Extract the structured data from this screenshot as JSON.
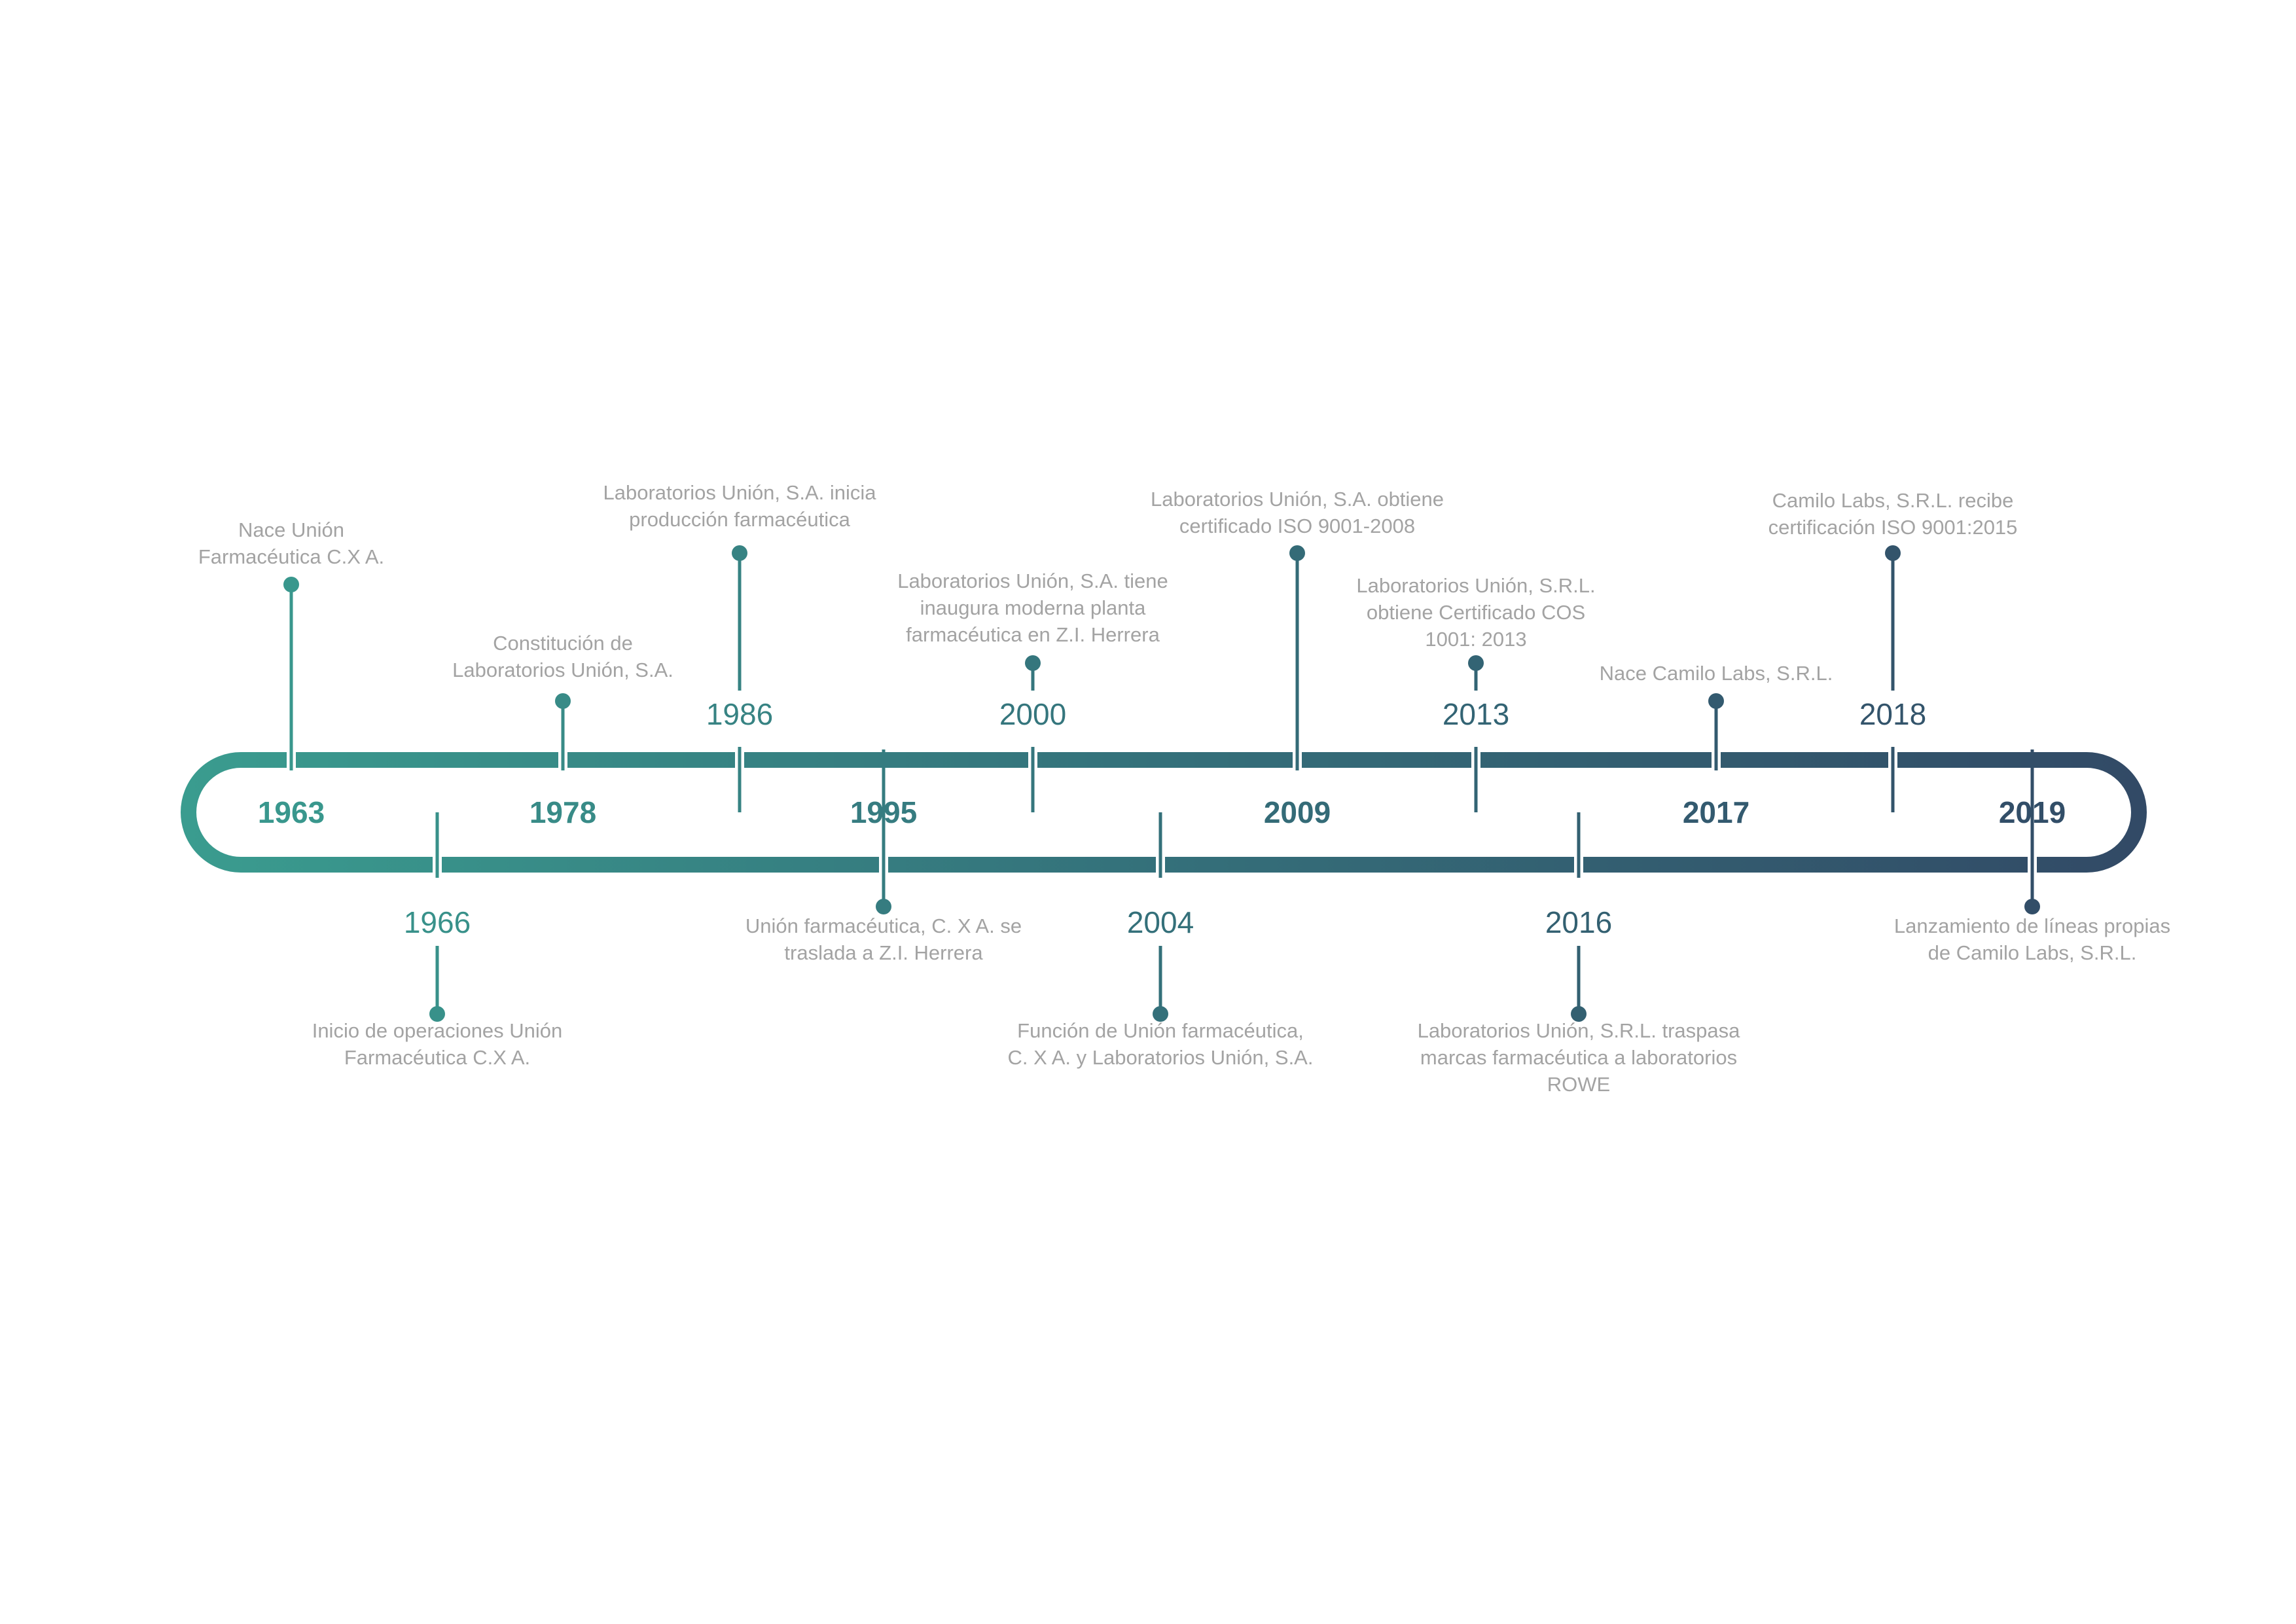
{
  "colors": {
    "start": "#3a9c8f",
    "mid": "#34707a",
    "end": "#324a66",
    "text": "#a3a3a3",
    "background": "#ffffff"
  },
  "events": [
    {
      "year": "1963",
      "style": "bold",
      "side": "up",
      "lines": [
        "Nace Unión",
        "Farmacéutica C.X A."
      ]
    },
    {
      "year": "1966",
      "style": "light",
      "side": "down",
      "lines": [
        "Inicio de operaciones Unión",
        "Farmacéutica C.X A."
      ]
    },
    {
      "year": "1978",
      "style": "bold",
      "side": "up",
      "lines": [
        "Constitución de",
        "Laboratorios Unión, S.A."
      ]
    },
    {
      "year": "1986",
      "style": "light",
      "side": "up",
      "lines": [
        "Laboratorios Unión, S.A. inicia",
        "producción farmacéutica"
      ]
    },
    {
      "year": "1995",
      "style": "bold",
      "side": "down",
      "lines": [
        "Unión farmacéutica, C. X A. se",
        "traslada a Z.I. Herrera"
      ]
    },
    {
      "year": "2000",
      "style": "light",
      "side": "up",
      "lines": [
        "Laboratorios Unión, S.A. tiene",
        "inaugura moderna planta",
        "farmacéutica en Z.I. Herrera"
      ]
    },
    {
      "year": "2004",
      "style": "light",
      "side": "down",
      "lines": [
        "Función de Unión farmacéutica,",
        "C. X A. y Laboratorios Unión, S.A."
      ]
    },
    {
      "year": "2009",
      "style": "bold",
      "side": "up",
      "lines": [
        "Laboratorios Unión, S.A. obtiene",
        "certificado ISO 9001-2008"
      ]
    },
    {
      "year": "2013",
      "style": "light",
      "side": "up",
      "lines": [
        "Laboratorios Unión, S.R.L.",
        "obtiene Certificado COS",
        "1001: 2013"
      ]
    },
    {
      "year": "2016",
      "style": "light",
      "side": "down",
      "lines": [
        "Laboratorios Unión, S.R.L. traspasa",
        "marcas farmacéutica a laboratorios",
        "ROWE"
      ]
    },
    {
      "year": "2017",
      "style": "bold",
      "side": "up",
      "lines": [
        "Nace Camilo Labs, S.R.L."
      ]
    },
    {
      "year": "2018",
      "style": "light",
      "side": "up",
      "lines": [
        "Camilo Labs, S.R.L. recibe",
        "certificación ISO 9001:2015"
      ]
    },
    {
      "year": "2019",
      "style": "bold",
      "side": "down",
      "lines": [
        "Lanzamiento de líneas propias",
        "de Camilo Labs, S.R.L."
      ]
    }
  ]
}
